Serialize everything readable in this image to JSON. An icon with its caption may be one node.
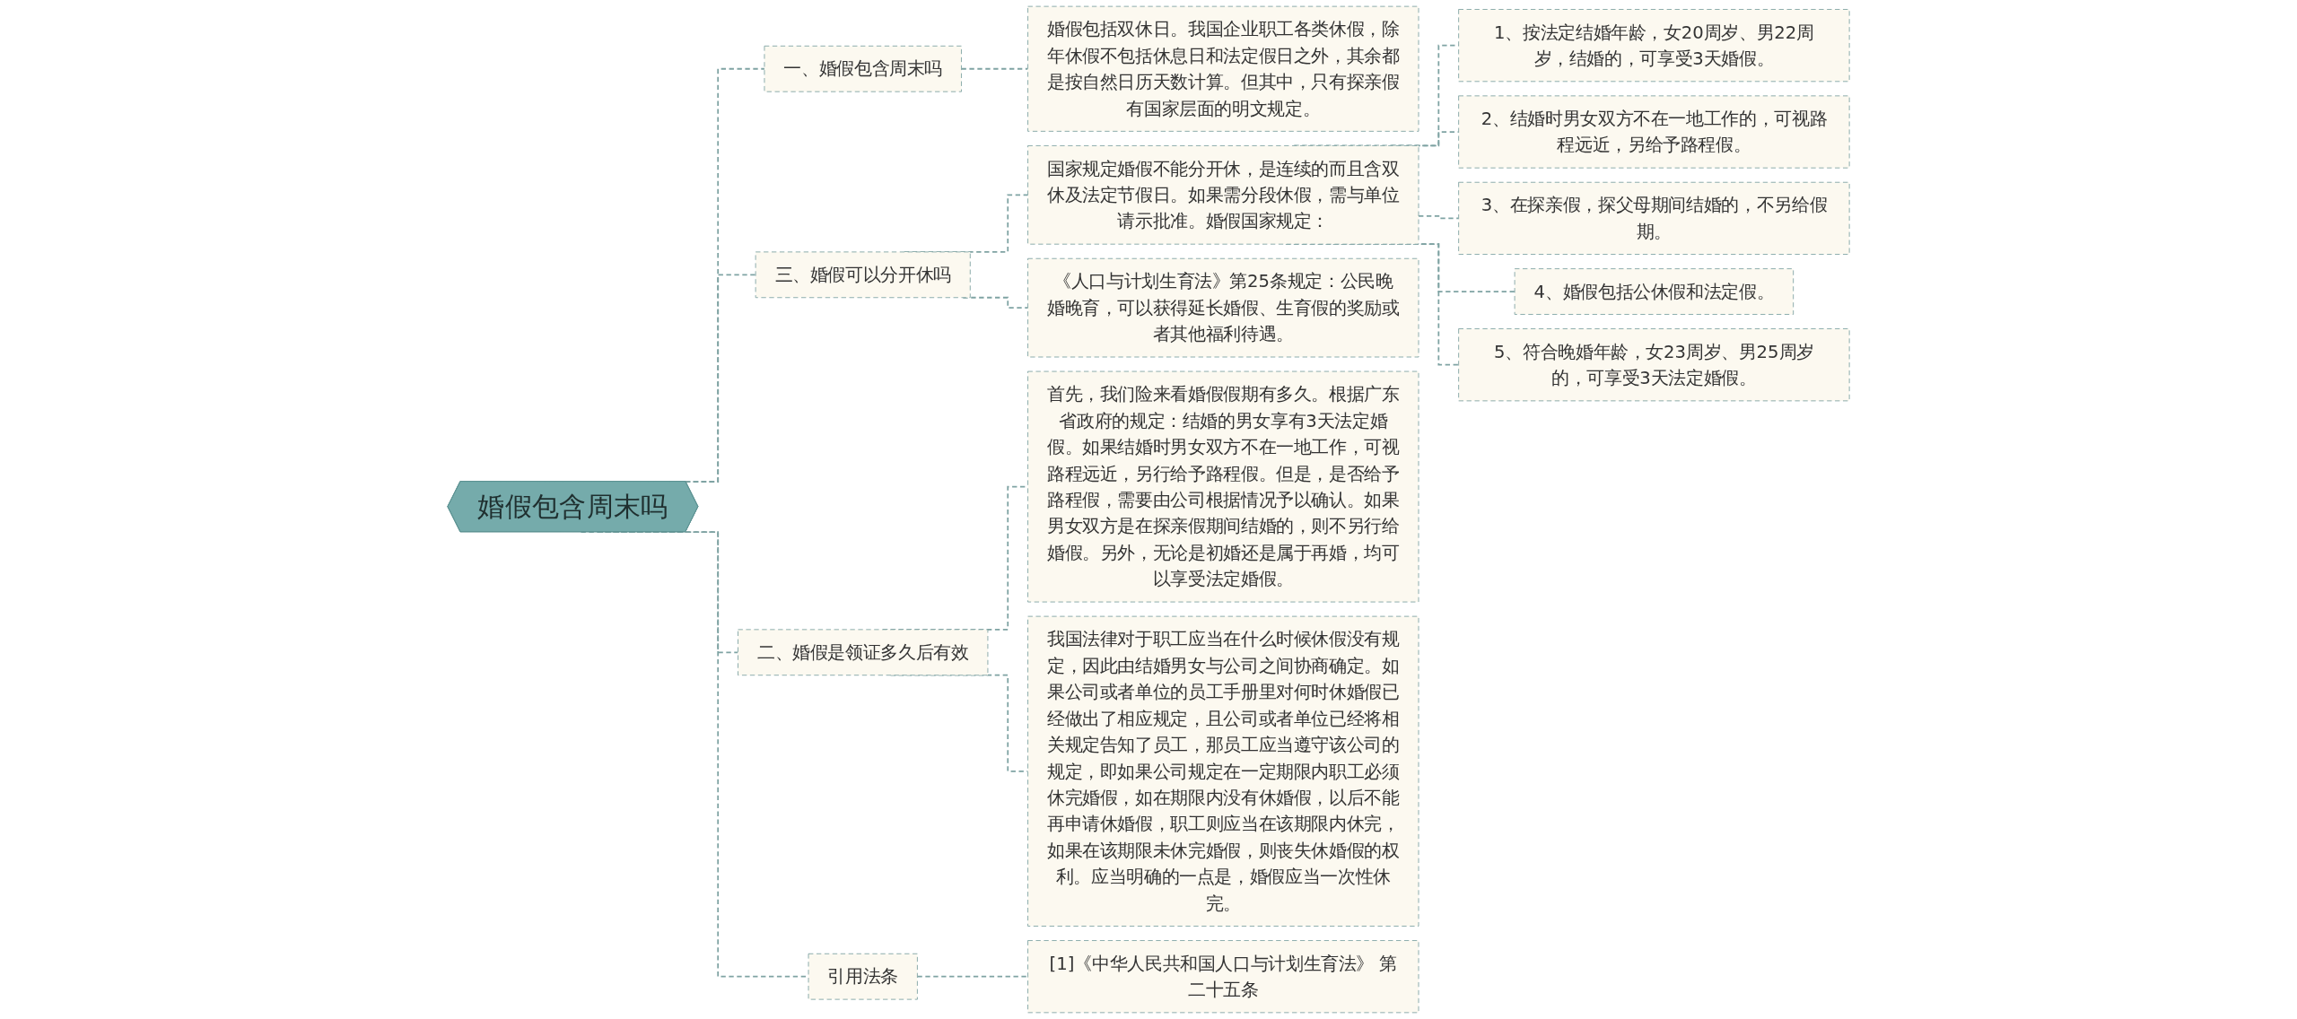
{
  "diagram": {
    "nodes": [
      {
        "text": [
          "婚假包含周末吗"
        ]
      },
      {
        "text": [
          "一、婚假包含周末吗"
        ]
      },
      {
        "text": [
          "婚假包括双休日。我国企业职工各类休假，除年休假不包括休息日和法定假日之外，其余都是按自然日历天数计算。但其中，只有探亲假有国家层面的明文规定。"
        ]
      },
      {
        "text": [
          "三、婚假可以分开休吗"
        ]
      },
      {
        "text": [
          "国家规定婚假不能分开休，是连续的而且含双休及法定节假日。如果需分段休假，需与单位请示批准。婚假国家规定："
        ]
      },
      {
        "text": [
          "1、按法定结婚年龄，女20周岁、男22周岁，结婚的，可享受3天婚假。"
        ]
      },
      {
        "text": [
          "2、结婚时男女双方不在一地工作的，可视路程远近，另给予路程假。"
        ]
      },
      {
        "text": [
          "3、在探亲假，探父母期间结婚的，不另给假期。"
        ]
      },
      {
        "text": [
          "4、婚假包括公休假和法定假。"
        ]
      },
      {
        "text": [
          "5、符合晚婚年龄，女23周岁、男25周岁的，可享受3天法定婚假。"
        ]
      },
      {
        "text": [
          "《人口与计划生育法》第25条规定：公民晚婚晚育，可以获得延长婚假、生育假的奖励或者其他福利待遇。"
        ]
      },
      {
        "text": [
          "二、婚假是领证多久后有效"
        ]
      },
      {
        "text": [
          "首先，我们险来看婚假假期有多久。根据广东省政府的规定：结婚的男女享有3天法定婚假。如果结婚时男女双方不在一地工作，可视路程远近，另行给予路程假。但是，是否给予路程假，需要由公司根据情况予以确认。如果男女双方是在探亲假期间结婚的，则不另行给婚假。另外，无论是初婚还是属于再婚，均可以享受法定婚假。"
        ]
      },
      {
        "text": [
          "我国法律对于职工应当在什么时候休假没有规定，因此由结婚男女与公司之间协商确定。如果公司或者单位的员工手册里对何时休婚假已经做出了相应规定，且公司或者单位已经将相关规定告知了员工，那员工应当遵守该公司的规定，即如果公司规定在一定期限内职工必须休完婚假，如在期限内没有休婚假，以后不能再申请休婚假，职工则应当在该期限内休完，如果在该期限未休完婚假，则丧失休婚假的权利。应当明确的一点是，婚假应当一次性休完。"
        ]
      },
      {
        "text": [
          "引用法条"
        ]
      },
      {
        "text": [
          "[1]《中华人民共和国人口与计划生育法》 第二十五条"
        ]
      }
    ],
    "edges": [
      {
        "from": 0,
        "to": 1,
        "arrow": "none"
      },
      {
        "from": 1,
        "to": 2,
        "arrow": "none"
      },
      {
        "from": 0,
        "to": 3,
        "arrow": "none"
      },
      {
        "from": 3,
        "to": 4,
        "arrow": "none"
      },
      {
        "from": 4,
        "to": 5,
        "arrow": "none"
      },
      {
        "from": 4,
        "to": 6,
        "arrow": "none"
      },
      {
        "from": 4,
        "to": 7,
        "arrow": "none"
      },
      {
        "from": 4,
        "to": 8,
        "arrow": "none"
      },
      {
        "from": 4,
        "to": 9,
        "arrow": "none"
      },
      {
        "from": 3,
        "to": 10,
        "arrow": "none"
      },
      {
        "from": 0,
        "to": 11,
        "arrow": "none"
      },
      {
        "from": 11,
        "to": 12,
        "arrow": "none"
      },
      {
        "from": 11,
        "to": 13,
        "arrow": "none"
      },
      {
        "from": 0,
        "to": 14,
        "arrow": "none"
      },
      {
        "from": 14,
        "to": 15,
        "arrow": "none"
      }
    ]
  }
}
